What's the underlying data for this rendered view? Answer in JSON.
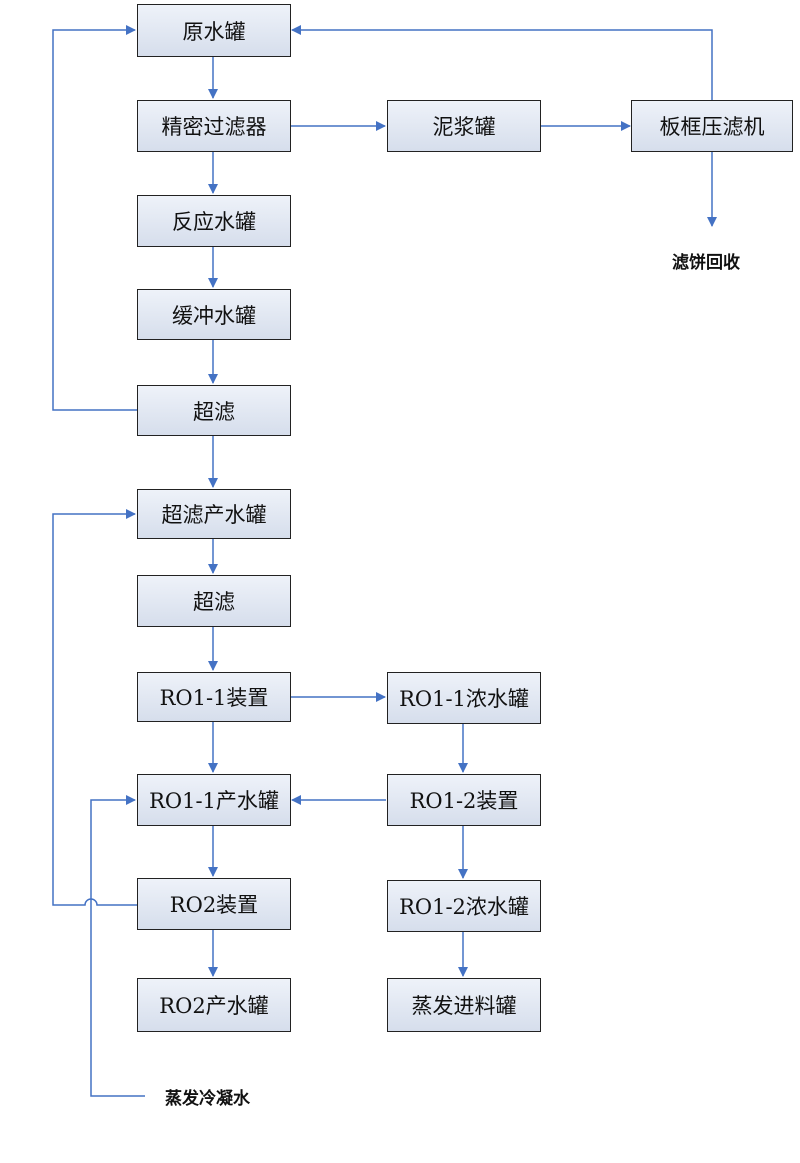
{
  "diagram": {
    "nodes": {
      "raw_tank": "原水罐",
      "precision_filter": "精密过滤器",
      "sludge_tank": "泥浆罐",
      "plate_frame_press": "板框压滤机",
      "reaction_tank": "反应水罐",
      "buffer_tank": "缓冲水罐",
      "uf1": "超滤",
      "uf_product_tank": "超滤产水罐",
      "uf2": "超滤",
      "ro1_1_unit": "RO1-1装置",
      "ro1_1_conc_tank": "RO1-1浓水罐",
      "ro1_1_product_tank": "RO1-1产水罐",
      "ro1_2_unit": "RO1-2装置",
      "ro2_unit": "RO2装置",
      "ro1_2_conc_tank": "RO1-2浓水罐",
      "ro2_product_tank": "RO2产水罐",
      "evap_feed_tank": "蒸发进料罐"
    },
    "labels": {
      "filter_cake": "滤饼回收",
      "evap_condensate": "蒸发冷凝水"
    },
    "colors": {
      "line": "#4472c4",
      "box_border": "#222222",
      "box_fill_top": "#eef2f9",
      "box_fill_bottom": "#d6deec"
    }
  }
}
